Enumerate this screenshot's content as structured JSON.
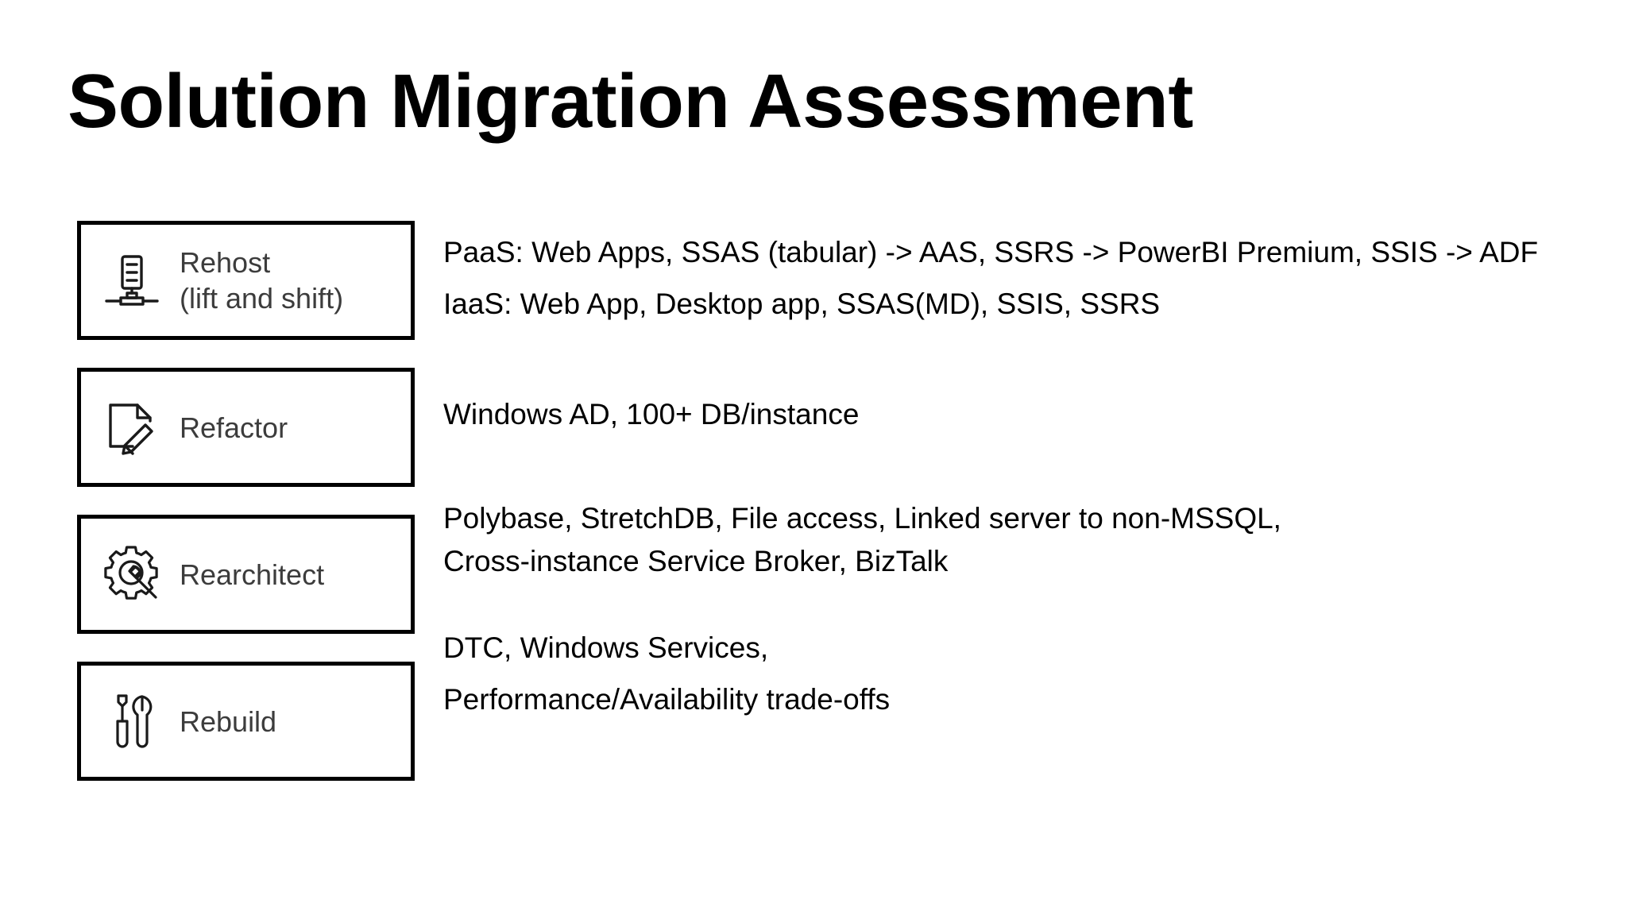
{
  "slide": {
    "title": "Solution Migration Assessment",
    "background_color": "#ffffff",
    "text_color": "#000000",
    "label_color": "#3c3c3c",
    "border_color": "#000000"
  },
  "categories": [
    {
      "id": "rehost",
      "label": "Rehost\n(lift and shift)",
      "icon": "server-rack-icon",
      "details": [
        "PaaS: Web Apps, SSAS (tabular) -> AAS, SSRS -> PowerBI Premium, SSIS -> ADF",
        "IaaS: Web App, Desktop app, SSAS(MD), SSIS, SSRS"
      ]
    },
    {
      "id": "refactor",
      "label": "Refactor",
      "icon": "document-pencil-icon",
      "details": [
        "Windows AD, 100+ DB/instance"
      ]
    },
    {
      "id": "rearchitect",
      "label": "Rearchitect",
      "icon": "gear-wrench-icon",
      "details": [
        "Polybase, StretchDB, File access, Linked server to non-MSSQL,",
        "Cross-instance Service Broker, BizTalk"
      ]
    },
    {
      "id": "rebuild",
      "label": "Rebuild",
      "icon": "screwdriver-wrench-icon",
      "details": [
        "DTC, Windows Services,",
        "Performance/Availability trade-offs"
      ]
    }
  ]
}
